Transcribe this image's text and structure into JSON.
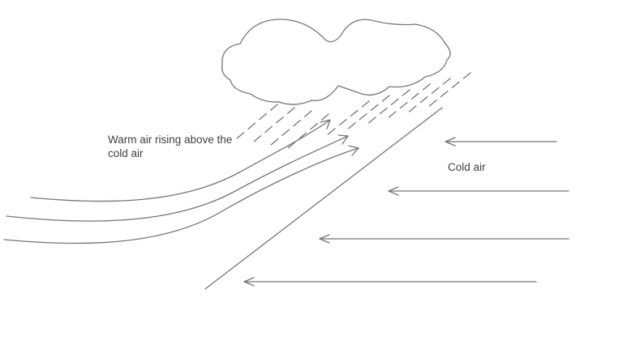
{
  "diagram": {
    "warm_air_label": {
      "lines": [
        "Warm air rising above the",
        "cold air"
      ]
    },
    "cold_air_label": "Cold air",
    "colors": {
      "background": "#ffffff",
      "line": "#757575",
      "text": "#3f3f3f"
    }
  }
}
